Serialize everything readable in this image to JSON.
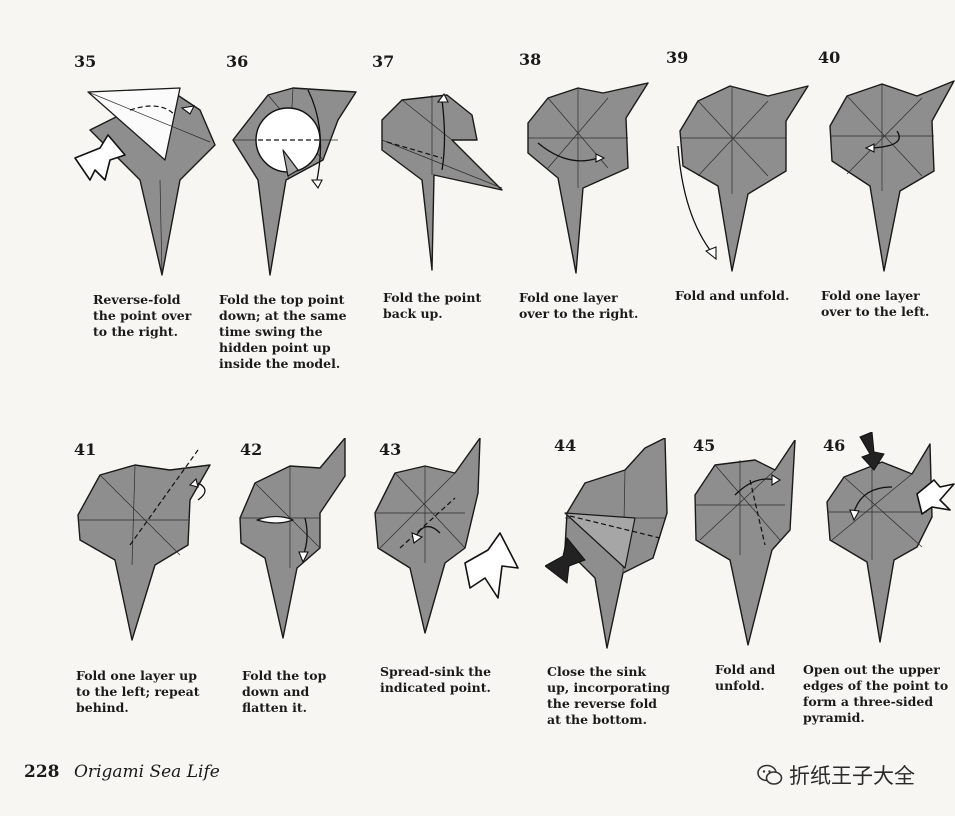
{
  "steps": [
    {
      "number": "35",
      "caption": "Reverse-fold\nthe point over\nto the right."
    },
    {
      "number": "36",
      "caption": "Fold the top point\ndown; at the same\ntime swing the\nhidden point up\ninside the model."
    },
    {
      "number": "37",
      "caption": "Fold the point\nback up."
    },
    {
      "number": "38",
      "caption": "Fold one layer\nover to the right."
    },
    {
      "number": "39",
      "caption": "Fold and unfold."
    },
    {
      "number": "40",
      "caption": "Fold one layer\nover to the left."
    },
    {
      "number": "41",
      "caption": "Fold one layer up\nto the left; repeat\nbehind."
    },
    {
      "number": "42",
      "caption": "Fold the top\ndown and\nflatten it."
    },
    {
      "number": "43",
      "caption": "Spread-sink the\nindicated point."
    },
    {
      "number": "44",
      "caption": "Close the sink\nup, incorporating\nthe reverse fold\nat the bottom."
    },
    {
      "number": "45",
      "caption": "Fold and\nunfold."
    },
    {
      "number": "46",
      "caption": "Open out the upper\nedges of the point to\nform a three-sided\npyramid."
    }
  ],
  "footer": {
    "page_number": "228",
    "book_title": "Origami Sea Life"
  },
  "watermark": {
    "text": "折纸王子大全",
    "icon": "wechat-icon"
  }
}
